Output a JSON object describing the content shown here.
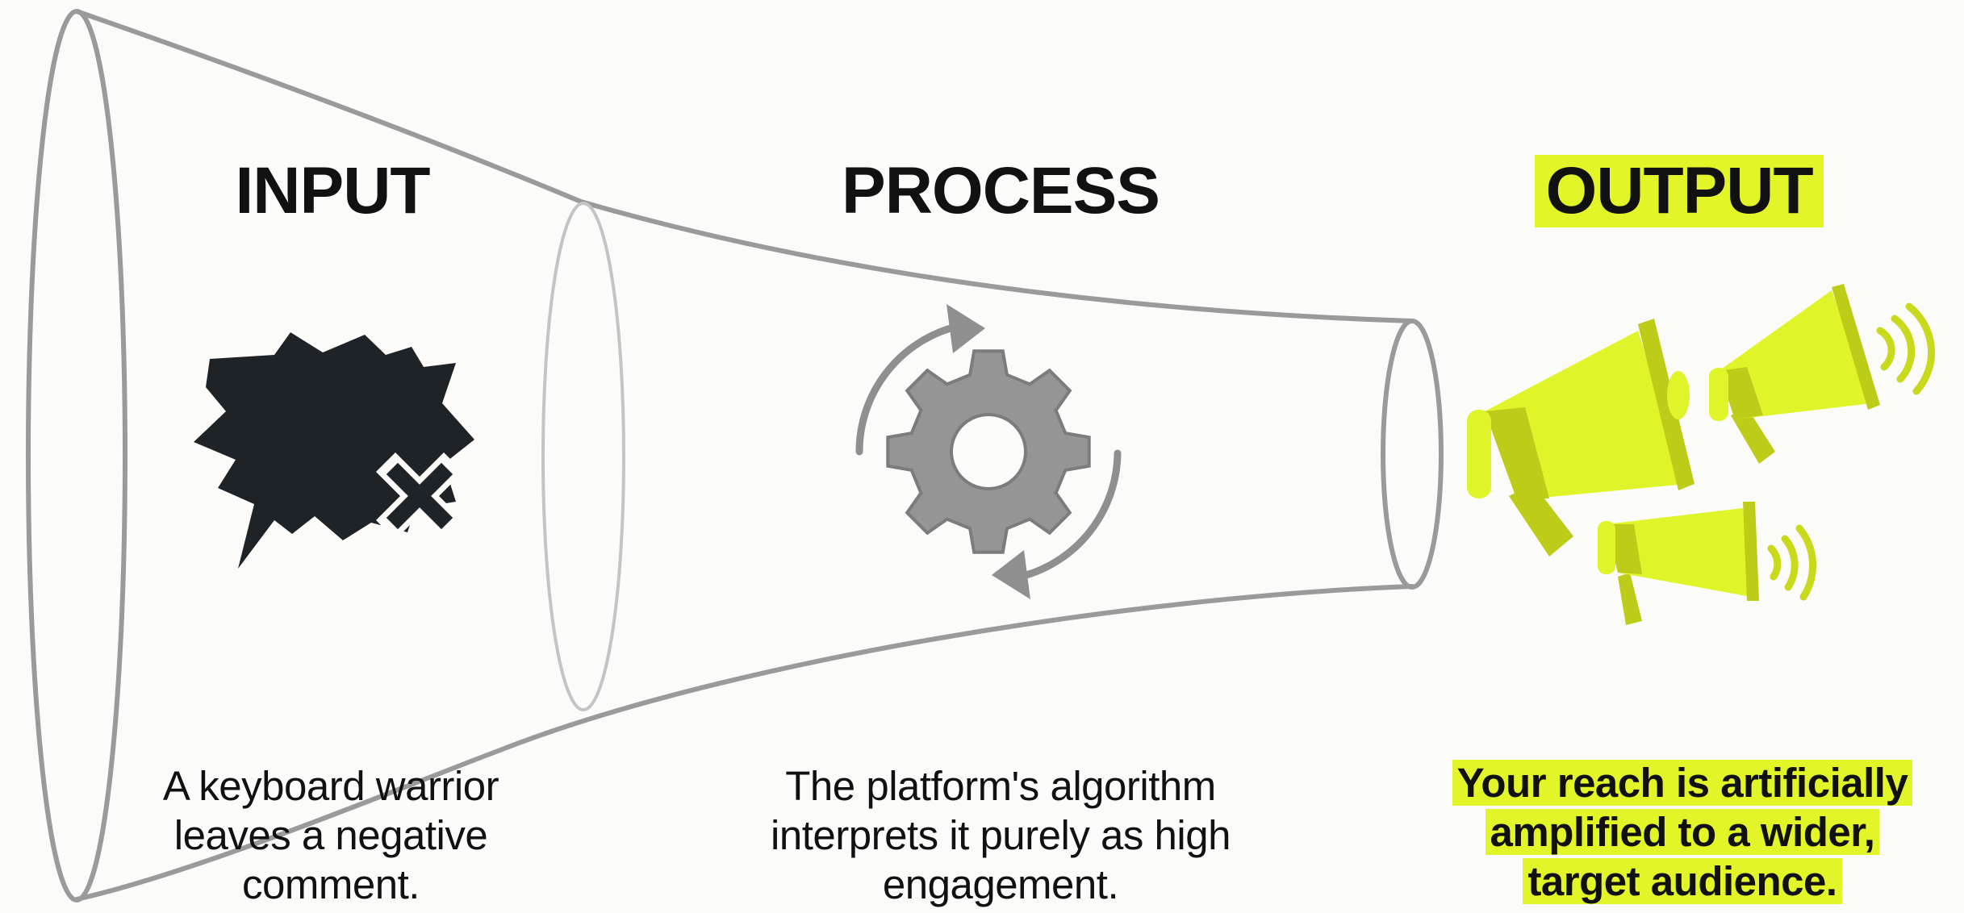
{
  "colors": {
    "accent": "#e2f528",
    "funnel_stroke": "#9a9a9a",
    "icon_dark": "#1e2328",
    "gear": "#959595",
    "megaphone": "#dff529",
    "megaphone_shade": "#bccc18"
  },
  "stages": {
    "input": {
      "title": "INPUT",
      "icon": "angry-speech-bubble-icon",
      "description": "A keyboard warrior leaves a negative comment."
    },
    "process": {
      "title": "PROCESS",
      "icon": "rotating-gear-icon",
      "description": "The platform's algorithm interprets it purely as high engagement."
    },
    "output": {
      "title": "OUTPUT",
      "icon": "megaphones-icon",
      "description": "Your reach is artificially amplified to a wider, target audience."
    }
  }
}
